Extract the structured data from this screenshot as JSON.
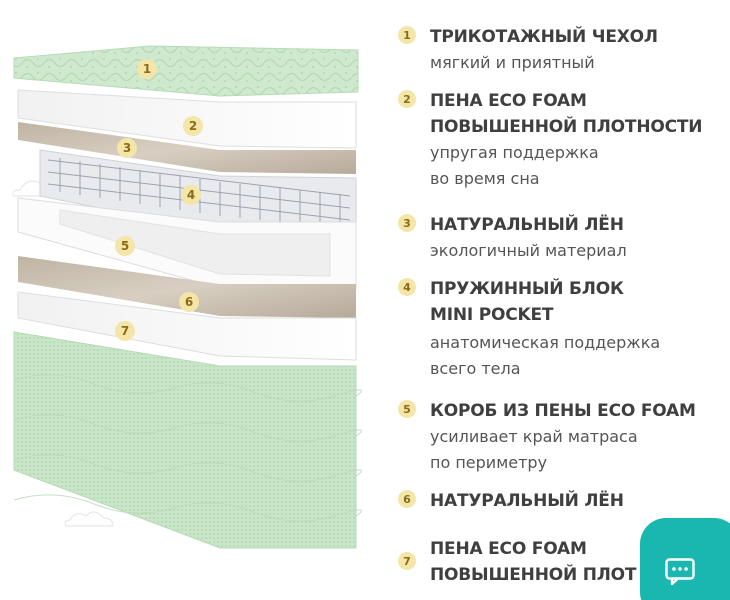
{
  "colors": {
    "badge_bg": "#f3e6a8",
    "badge_text": "#8a6d16",
    "title_text": "#3f3f3f",
    "desc_text": "#555555",
    "fabric_green": "#cfe9cf",
    "chat_accent": "#19b7b0"
  },
  "layers": [
    {
      "badge": "1",
      "title_lines": [
        "ТРИКОТАЖНЫЙ ЧЕХОЛ"
      ],
      "desc_lines": [
        "мягкий и приятный"
      ]
    },
    {
      "badge": "2",
      "title_lines": [
        "ПЕНА ECO FOAM",
        "ПОВЫШЕННОЙ ПЛОТНОСТИ"
      ],
      "desc_lines": [
        "упругая поддержка",
        "во время сна"
      ]
    },
    {
      "badge": "3",
      "title_lines": [
        "НАТУРАЛЬНЫЙ ЛЁН"
      ],
      "desc_lines": [
        "экологичный материал"
      ]
    },
    {
      "badge": "4",
      "title_lines": [
        "ПРУЖИННЫЙ БЛОК",
        "MINI POCKET"
      ],
      "desc_lines": [
        "анатомическая поддержка",
        "всего тела"
      ]
    },
    {
      "badge": "5",
      "title_lines": [
        "КОРОБ ИЗ ПЕНЫ ECO FOAM"
      ],
      "desc_lines": [
        "усиливает край матраса",
        "по периметру"
      ]
    },
    {
      "badge": "6",
      "title_lines": [
        "НАТУРАЛЬНЫЙ ЛЁН"
      ],
      "desc_lines": []
    },
    {
      "badge": "7",
      "title_lines": [
        "ПЕНА ECO FOAM",
        "ПОВЫШЕННОЙ ПЛОТ"
      ],
      "desc_lines": []
    }
  ],
  "chat": {
    "icon": "chat-bubble-icon"
  }
}
